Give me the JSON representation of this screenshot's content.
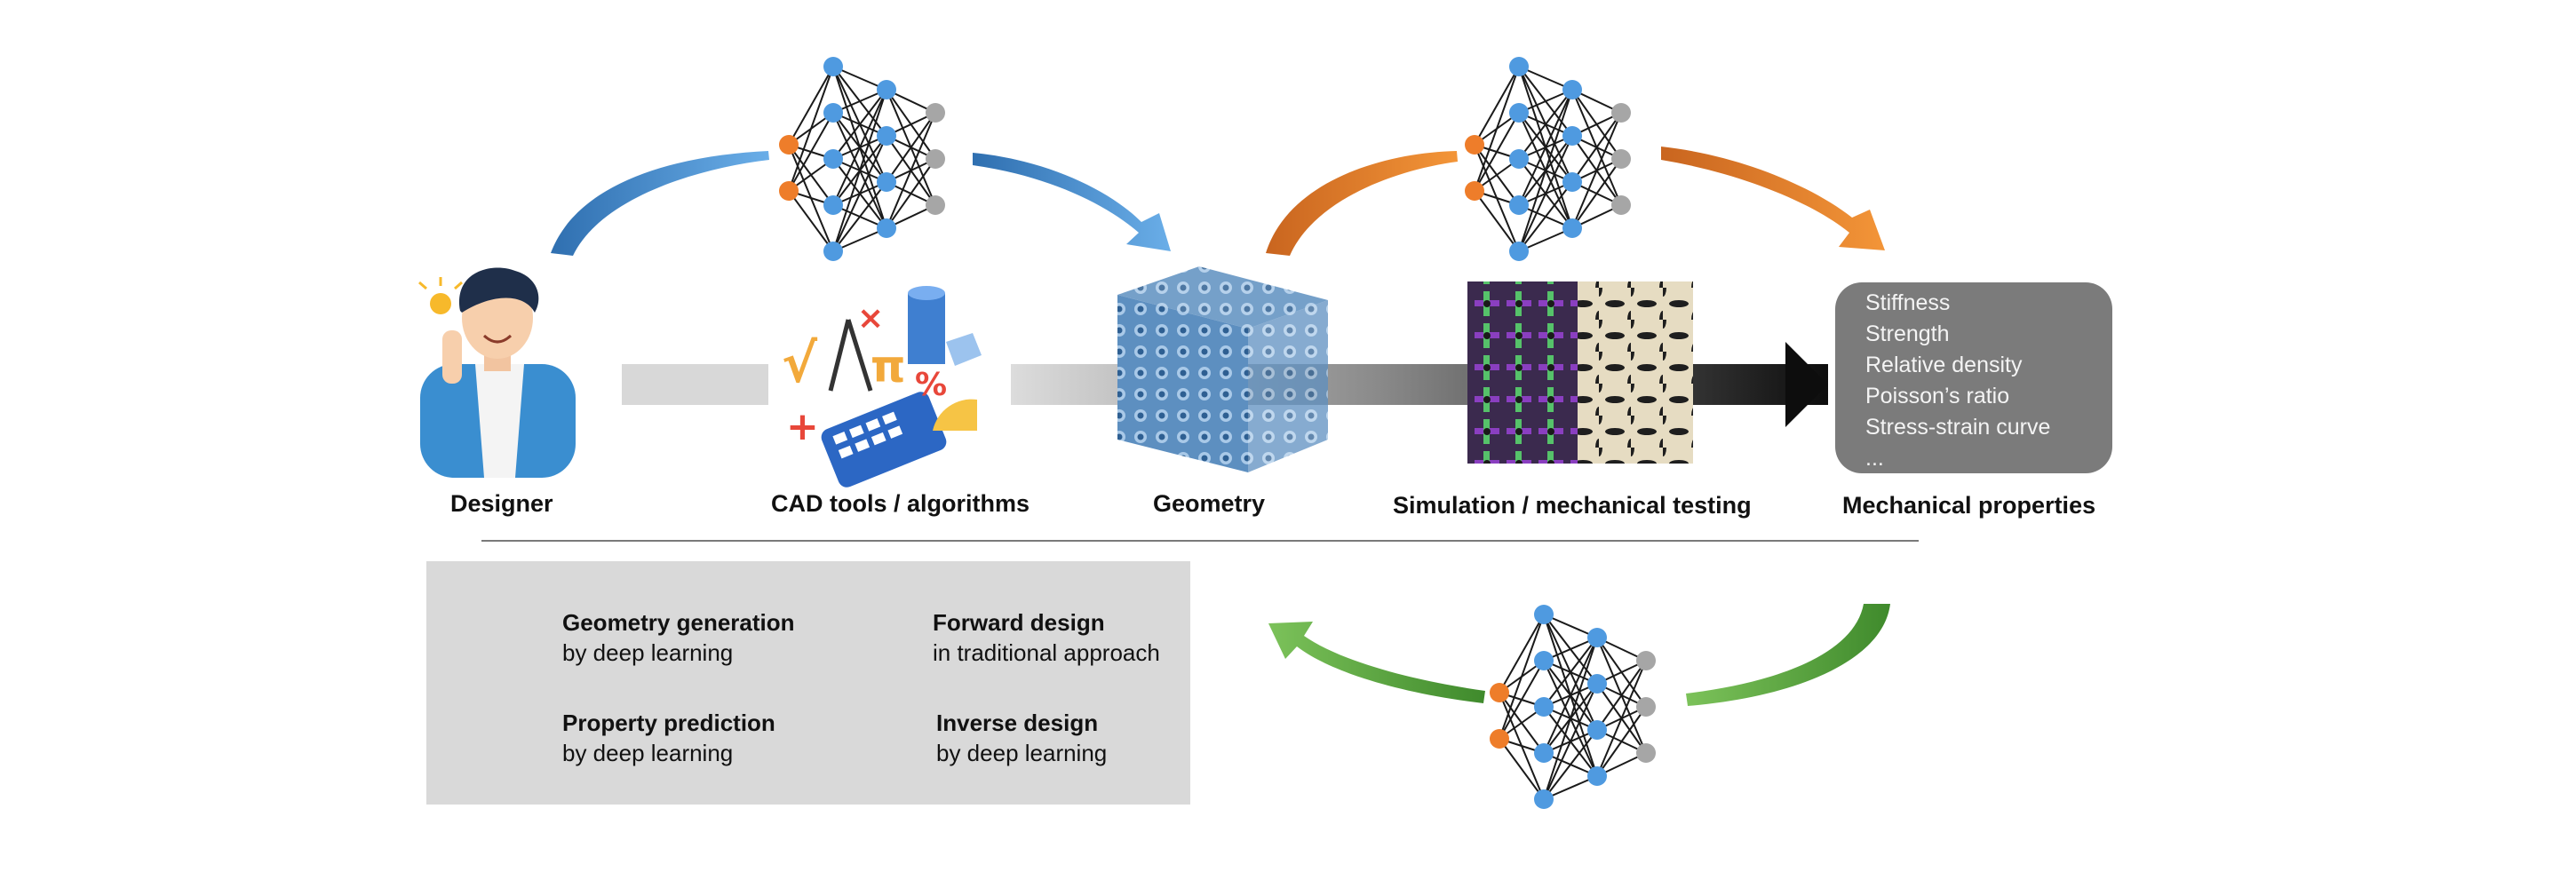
{
  "steps": [
    {
      "label": "Designer"
    },
    {
      "label": "CAD tools / algorithms"
    },
    {
      "label": "Geometry"
    },
    {
      "label": "Simulation / mechanical testing"
    },
    {
      "label": "Mechanical properties"
    }
  ],
  "properties": [
    "Stiffness",
    "Strength",
    "Relative density",
    "Poisson’s ratio",
    "Stress-strain curve",
    "..."
  ],
  "legend": [
    {
      "title": "Geometry generation",
      "subtitle": "by deep learning",
      "icon": "blue-curved-arrow-icon"
    },
    {
      "title": "Forward design",
      "subtitle": "in traditional approach",
      "icon": "gradient-straight-arrow-icon"
    },
    {
      "title": "Property prediction",
      "subtitle": "by deep learning",
      "icon": "orange-curved-arrow-icon"
    },
    {
      "title": "Inverse design",
      "subtitle": "by deep learning",
      "icon": "green-curved-arrow-icon"
    }
  ],
  "colors": {
    "geometry_generation": "#4a90d9",
    "property_prediction": "#e8782a",
    "inverse_design": "#5aa63c",
    "neuron_blue": "#4f9ae0",
    "neuron_orange": "#ee7d2a",
    "neuron_gray": "#a6a6a6",
    "properties_box": "#7b7b7b",
    "legend_box": "#d9d9d9"
  }
}
